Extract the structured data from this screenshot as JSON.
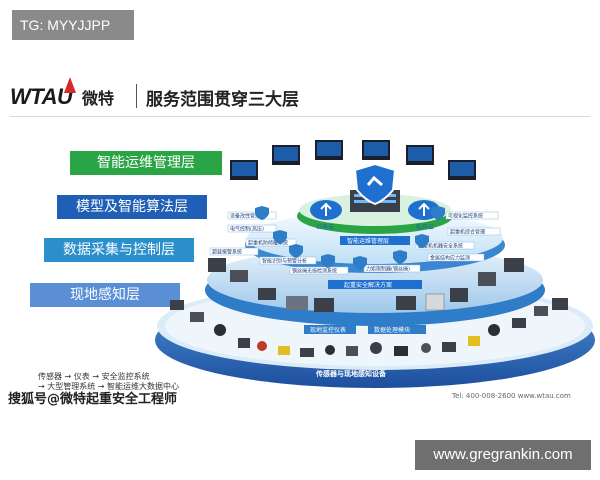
{
  "badges": {
    "tg": "TG: MYYJJPP",
    "url": "www.gregrankin.com"
  },
  "header": {
    "logo_text": "WTAU",
    "logo_cn": "微特",
    "title": "服务范围贯穿三大层"
  },
  "layers": [
    {
      "label": "智能运维管理层",
      "color": "#2aa545"
    },
    {
      "label": "模型及智能算法层",
      "color": "#1f5fb5"
    },
    {
      "label": "数据采集与控制层",
      "color": "#2a8fcc"
    },
    {
      "label": "现地感知层",
      "color": "#5a8fd6"
    }
  ],
  "diagram": {
    "top_platform": {
      "left_cloud": "公有云",
      "right_cloud": "私有云",
      "ring_label": "智能运维管理层"
    },
    "algo_tags_left": [
      "设备改性管理",
      "电气控制(高压)",
      "起重机防倾覆系统",
      "超载报警系统",
      "智能识别与预警分析",
      "钢丝绳无损检测系统"
    ],
    "algo_tags_right": [
      "可视化监控系统",
      "起重机综合管理",
      "起重机机器安全系统",
      "金属结构应力监测",
      "力矩限制器(钢丝绳)"
    ],
    "mid_ring_label": "起重安全解决方案",
    "lower_tags": [
      "现地监控仪表",
      "数据处理模块"
    ],
    "bottom_ring_label": "传感器与现地感知设备"
  },
  "footer": {
    "line1": "传感器 → 仪表 → 安全监控系统",
    "line2": "→ 大型管理系统 → 智能运维大数据中心",
    "sohu": "搜狐号@微特起重安全工程师",
    "tel": "Tel: 400-008-2600   www.wtau.com"
  }
}
